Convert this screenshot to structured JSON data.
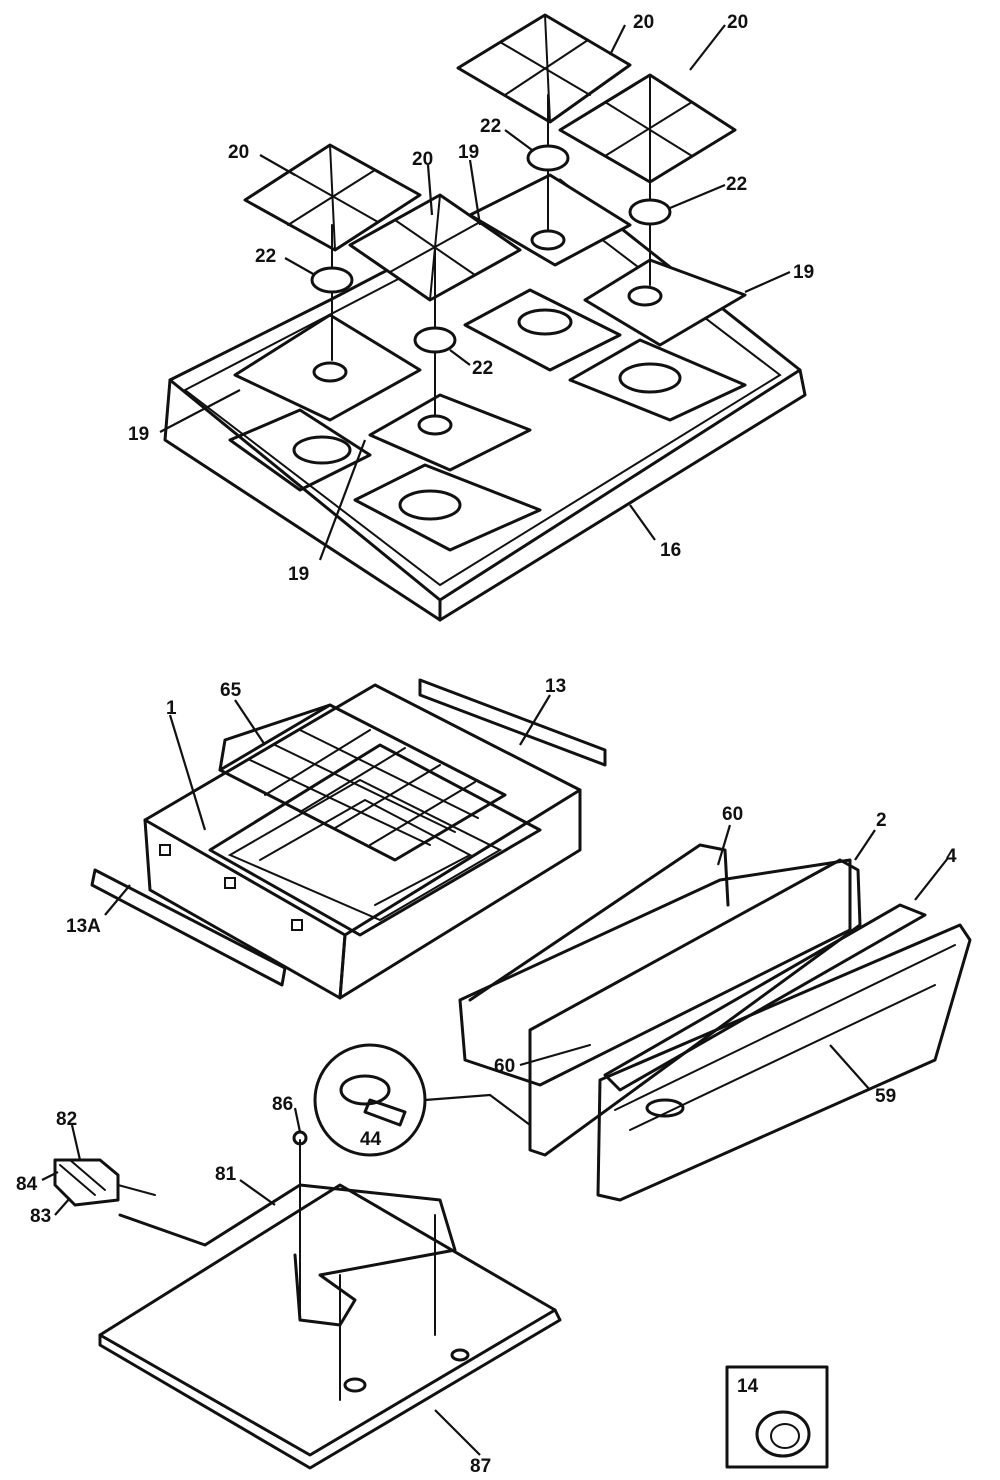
{
  "labels": {
    "grate_top_center": "20",
    "grate_top_right": "20",
    "grate_left": "20",
    "grate_middle": "20",
    "cap_upper_center": "22",
    "cap_right": "22",
    "cap_left": "22",
    "cap_lower": "22",
    "pan_upper": "19",
    "pan_right": "19",
    "pan_left": "19",
    "pan_front": "19",
    "cooktop": "16",
    "rack": "65",
    "body": "1",
    "rail_right": "13",
    "rail_left": "13A",
    "drawer_handle_top": "60",
    "drawer_back": "2",
    "drawer_top_right": "4",
    "drawer_screw": "60",
    "drawer_front": "59",
    "foot_callout": "44",
    "valve_82": "82",
    "valve_84": "84",
    "valve_83": "83",
    "tube_81": "81",
    "part_86": "86",
    "bottom_panel": "87",
    "knob_box": "14"
  }
}
